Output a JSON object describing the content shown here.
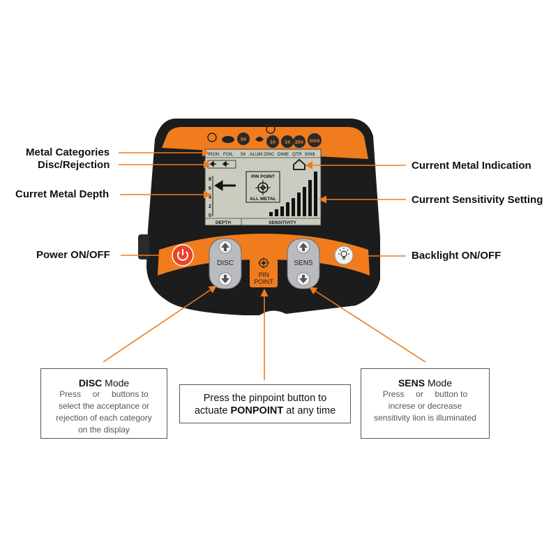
{
  "callouts": {
    "metal_categories": "Metal Categories",
    "disc_rejection": "Disc/Rejection",
    "current_metal_depth": "Curret Metal Depth",
    "power": "Power ON/OFF",
    "current_metal_indication": "Current Metal Indication",
    "current_sensitivity": "Current Sensitivity Setting",
    "backlight": "Backlight ON/OFF"
  },
  "lcd": {
    "categories": [
      "IRON",
      "FOIL",
      "5¢",
      "ALUM",
      "ZINC",
      "DIME",
      "QTR",
      "50¢$"
    ],
    "coins": [
      "5¢",
      "1¢",
      "1¢",
      "25¢",
      "50¢$"
    ],
    "depth_scale": [
      "8",
      "6",
      "4",
      "2",
      "0"
    ],
    "pin_top": "PIN POINT",
    "pin_bottom": "ALL METAL",
    "depth_label": "DEPTH",
    "sensitivity_label": "SENSITIVITY"
  },
  "buttons": {
    "disc": "DISC",
    "sens": "SENS",
    "pin_line1": "PIN",
    "pin_line2": "POINT"
  },
  "boxes": {
    "disc": {
      "title_bold": "DISC",
      "title_rest": " Mode",
      "lines": [
        "Press     or     buttons to",
        "select the acceptance or",
        "rejection of each category",
        "on the display"
      ]
    },
    "pinpoint": {
      "line1": "Press the pinpoint button to",
      "line2_prefix": "actuate ",
      "line2_bold": "PONPOINT",
      "line2_suffix": " at any time"
    },
    "sens": {
      "title_bold": "SENS",
      "title_rest": " Mode",
      "lines": [
        "Press     or     button to",
        "increse or decrease",
        "sensitivity lion is illuminated"
      ]
    }
  },
  "colors": {
    "accent": "#f07c1e",
    "body": "#1c1c1c",
    "lcd": "#c9ccbf",
    "power": "#e8452c"
  }
}
